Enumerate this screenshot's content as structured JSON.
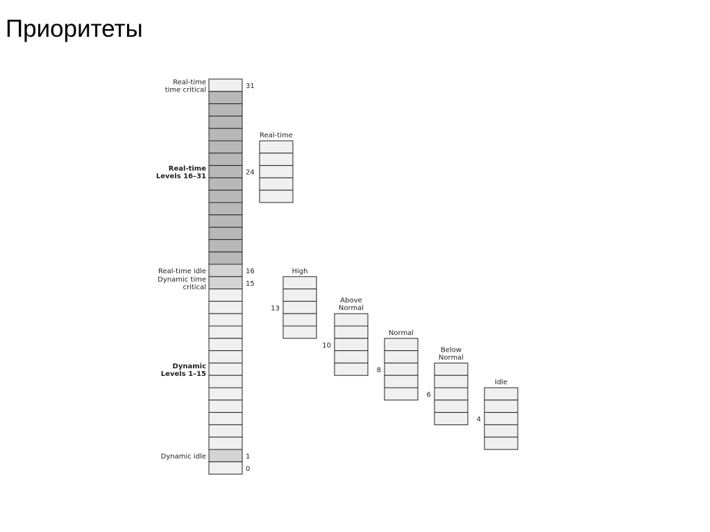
{
  "slide": {
    "title": "Приоритеты"
  },
  "colors": {
    "dark_cell": "#b8b8b8",
    "light_cell": "#f0f0f0",
    "idle_cell": "#d4d4d4",
    "stroke": "#222222"
  },
  "main_scale": {
    "levels": 32,
    "numbers": [
      {
        "level": 31,
        "label": "31"
      },
      {
        "level": 24,
        "label": "24"
      },
      {
        "level": 16,
        "label": "16"
      },
      {
        "level": 15,
        "label": "15"
      },
      {
        "level": 1,
        "label": "1"
      },
      {
        "level": 0,
        "label": "0"
      }
    ],
    "labels": [
      {
        "level": 31,
        "lines": [
          "Real-time",
          "time critical"
        ],
        "bold": false
      },
      {
        "level": 24,
        "lines": [
          "Real-time",
          "Levels 16–31"
        ],
        "bold": true
      },
      {
        "level": 16,
        "lines": [
          "Real-time idle"
        ],
        "bold": false
      },
      {
        "level": 15,
        "lines": [
          "Dynamic time",
          "critical"
        ],
        "bold": false
      },
      {
        "level": 8,
        "lines": [
          "Dynamic",
          "Levels 1–15"
        ],
        "bold": true
      },
      {
        "level": 1,
        "lines": [
          "Dynamic idle"
        ],
        "bold": false
      }
    ]
  },
  "priority_classes": [
    {
      "name_lines": [
        "Real-time"
      ],
      "top_level": 26,
      "base": null,
      "base_label": ""
    },
    {
      "name_lines": [
        "High"
      ],
      "top_level": 15,
      "base": 13,
      "base_label": "13"
    },
    {
      "name_lines": [
        "Above",
        "Normal"
      ],
      "top_level": 12,
      "base": 10,
      "base_label": "10"
    },
    {
      "name_lines": [
        "Normal"
      ],
      "top_level": 10,
      "base": 8,
      "base_label": "8"
    },
    {
      "name_lines": [
        "Below",
        "Normal"
      ],
      "top_level": 8,
      "base": 6,
      "base_label": "6"
    },
    {
      "name_lines": [
        "Idle"
      ],
      "top_level": 6,
      "base": 4,
      "base_label": "4"
    }
  ]
}
